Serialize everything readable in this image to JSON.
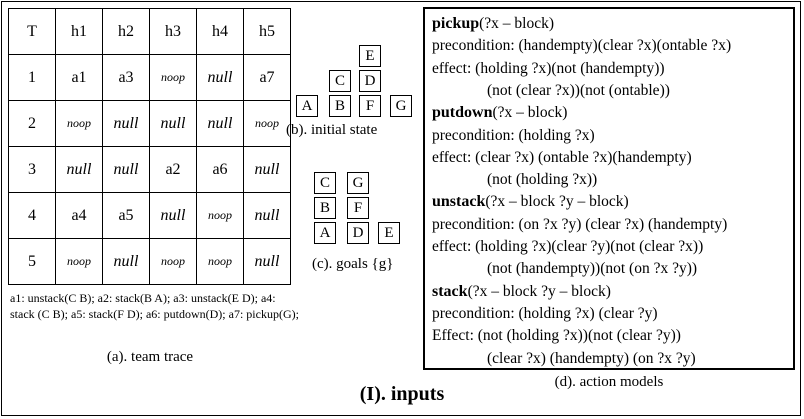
{
  "team_trace": {
    "header": [
      "T",
      "h1",
      "h2",
      "h3",
      "h4",
      "h5"
    ],
    "rows": [
      [
        "1",
        "a1",
        "a3",
        "noop",
        "null",
        "a7"
      ],
      [
        "2",
        "noop",
        "null",
        "null",
        "null",
        "noop"
      ],
      [
        "3",
        "null",
        "null",
        "a2",
        "a6",
        "null"
      ],
      [
        "4",
        "a4",
        "a5",
        "null",
        "noop",
        "null"
      ],
      [
        "5",
        "noop",
        "null",
        "noop",
        "noop",
        "null"
      ]
    ],
    "actions_description": "a1: unstack(C B); a2: stack(B A); a3: unstack(E D); a4: stack (C B); a5: stack(F D); a6: putdown(D); a7: pickup(G);",
    "caption": "(a). team trace"
  },
  "initial_state": {
    "blocks": [
      "A",
      "B",
      "C",
      "D",
      "E",
      "F",
      "G"
    ],
    "caption": "(b). initial state"
  },
  "goals": {
    "blocks": [
      "A",
      "B",
      "C",
      "D",
      "E",
      "F",
      "G"
    ],
    "caption": "(c). goals {g}"
  },
  "action_models": {
    "lines": [
      {
        "name": "pickup",
        "rest": "(?x – block)"
      },
      {
        "text": "precondition: (handempty)(clear ?x)(ontable ?x)"
      },
      {
        "text": "effect: (holding ?x)(not (handempty))"
      },
      {
        "text": "(not (clear ?x))(not (ontable))",
        "indent": true
      },
      {
        "name": "putdown",
        "rest": "(?x – block)"
      },
      {
        "text": "precondition: (holding ?x)"
      },
      {
        "text": "effect: (clear ?x) (ontable ?x)(handempty)"
      },
      {
        "text": "(not (holding ?x))",
        "indent": true
      },
      {
        "name": "unstack",
        "rest": "(?x – block ?y – block)"
      },
      {
        "text": "precondition: (on ?x ?y) (clear ?x) (handempty)"
      },
      {
        "text": "effect: (holding ?x)(clear ?y)(not (clear ?x))"
      },
      {
        "text": "(not (handempty))(not (on ?x ?y))",
        "indent": true
      },
      {
        "name": "stack",
        "rest": "(?x – block ?y – block)"
      },
      {
        "text": "precondition: (holding ?x) (clear ?y)"
      },
      {
        "text": "Effect: (not (holding ?x))(not (clear ?y))"
      },
      {
        "text": "(clear ?x) (handempty) (on ?x ?y)",
        "indent": true
      }
    ],
    "caption": "(d). action models"
  },
  "main_caption": "(I). inputs"
}
